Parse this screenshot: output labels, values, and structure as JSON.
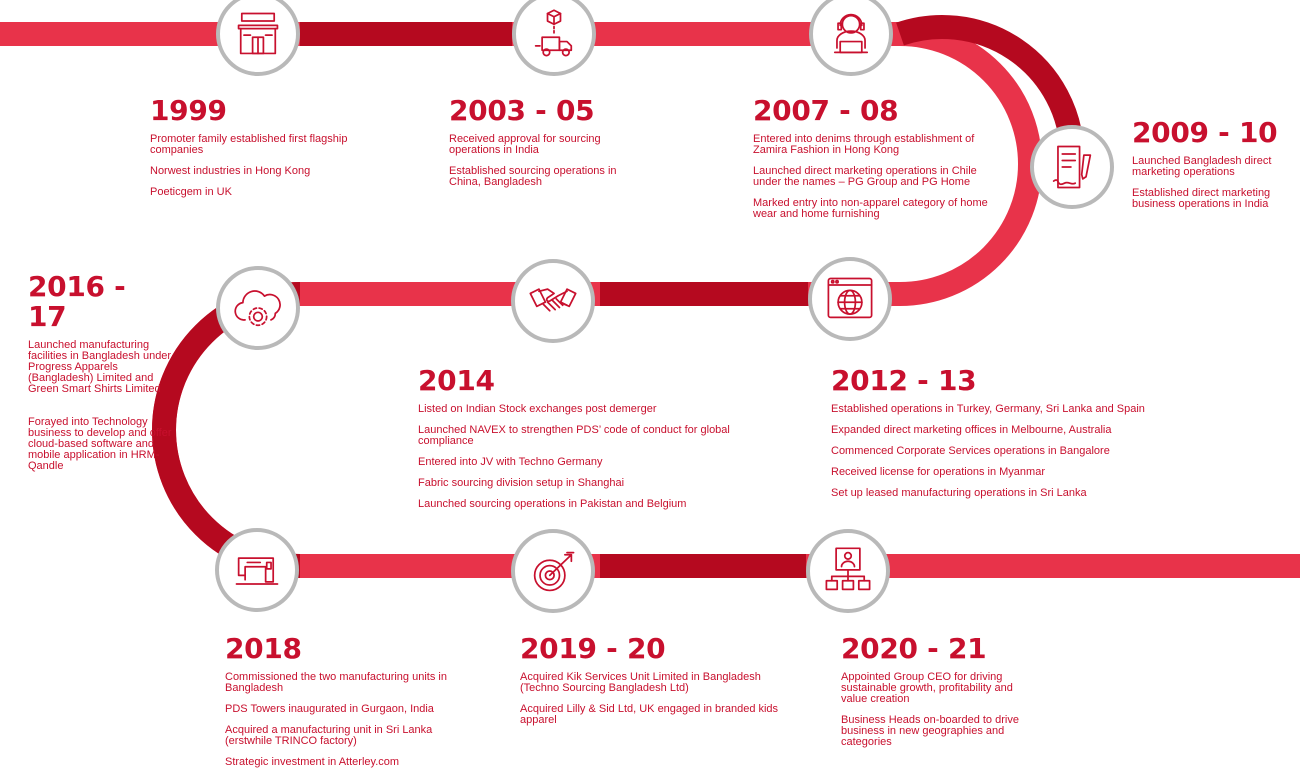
{
  "colors": {
    "track_light": "#e8334a",
    "track_dark": "#b5091f",
    "text": "#c8102e",
    "ring": "#b9b9b9"
  },
  "milestones": [
    {
      "year": "1999",
      "items": [
        "Promoter family established first flagship companies",
        "Norwest industries in Hong Kong",
        "Poeticgem in UK"
      ],
      "icon": "store-icon"
    },
    {
      "year": "2003 - 05",
      "items": [
        "Received approval for sourcing operations in India",
        "Established sourcing operations in China, Bangladesh"
      ],
      "icon": "delivery-truck-icon"
    },
    {
      "year": "2007 - 08",
      "items": [
        "Entered into denims through establishment of Zamira Fashion in Hong Kong",
        "Launched direct marketing operations in Chile under the names – PG Group and PG Home",
        "Marked entry into non-apparel category of home wear and home furnishing"
      ],
      "icon": "support-agent-icon"
    },
    {
      "year": "2009 - 10",
      "items": [
        "Launched Bangladesh direct marketing operations",
        "Established direct marketing business operations in India"
      ],
      "icon": "document-pen-icon"
    },
    {
      "year": "2012 - 13",
      "items": [
        "Established operations in Turkey, Germany, Sri Lanka and Spain",
        "Expanded direct marketing offices in Melbourne, Australia",
        "Commenced Corporate Services operations in Bangalore",
        "Received license for operations in Myanmar",
        "Set up leased manufacturing operations in Sri Lanka"
      ],
      "icon": "web-globe-icon"
    },
    {
      "year": "2014",
      "items": [
        "Listed on Indian Stock exchanges post demerger",
        "Launched NAVEX to strengthen PDS’ code of conduct for global compliance",
        "Entered into JV with Techno Germany",
        "Fabric sourcing division setup in Shanghai",
        "Launched sourcing operations in Pakistan and Belgium"
      ],
      "icon": "handshake-icon"
    },
    {
      "year": "2016 - 17",
      "items": [
        "Launched manufacturing facilities in Bangladesh under Progress Apparels (Bangladesh) Limited and Green Smart Shirts Limited",
        "Forayed into Technology business to develop and offer cloud-based software and mobile application in HRM-Qandle"
      ],
      "icon": "cloud-gear-icon"
    },
    {
      "year": "2018",
      "items": [
        "Commissioned the two manufacturing units in Bangladesh",
        "PDS Towers inaugurated in Gurgaon, India",
        "Acquired a manufacturing unit in Sri Lanka (erstwhile TRINCO factory)",
        "Strategic investment in Atterley.com"
      ],
      "icon": "sewing-machine-icon"
    },
    {
      "year": "2019 - 20",
      "items": [
        "Acquired Kik Services Unit Limited in Bangladesh (Techno Sourcing Bangladesh Ltd)",
        "Acquired Lilly & Sid Ltd, UK engaged in branded kids apparel"
      ],
      "icon": "target-arrow-icon"
    },
    {
      "year": "2020 - 21",
      "items": [
        "Appointed Group CEO for driving sustainable growth, profitability and value creation",
        "Business Heads on-boarded to drive business in new geographies and categories"
      ],
      "icon": "org-chart-icon"
    }
  ]
}
